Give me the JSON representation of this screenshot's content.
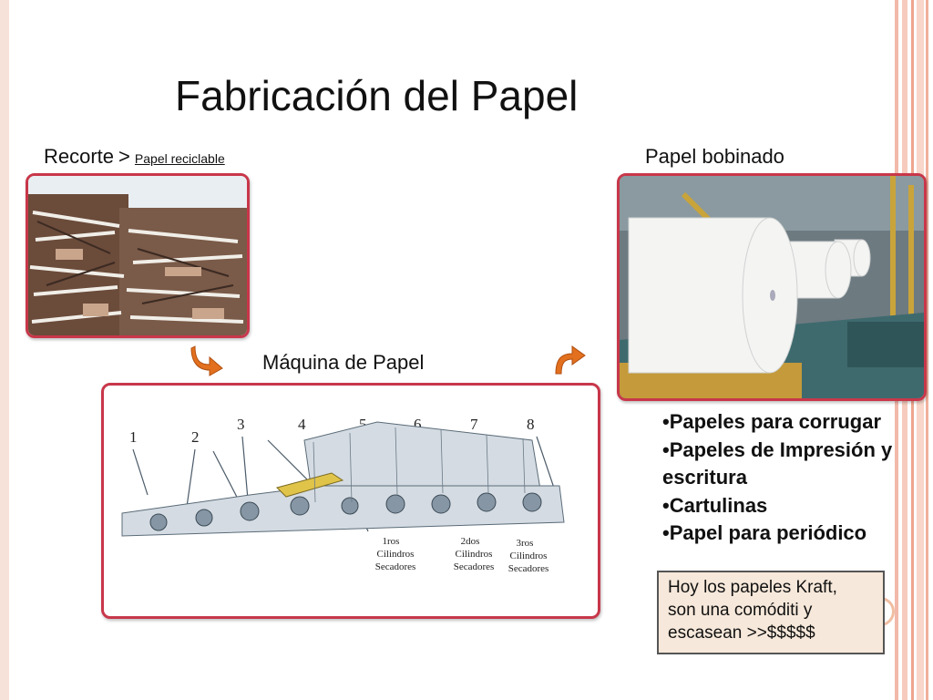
{
  "title": "Fabricación del Papel",
  "recorte": {
    "label": "Recorte",
    "separator": ">",
    "link": "Papel reciclable"
  },
  "bobinado": {
    "label": "Papel bobinado"
  },
  "maquina": {
    "label": "Máquina de Papel",
    "stage_numbers": [
      "1",
      "2",
      "3",
      "4",
      "5",
      "6",
      "7",
      "8"
    ],
    "dryers": [
      {
        "ordinal": "1ros",
        "line1": "Cilindros",
        "line2": "Secadores"
      },
      {
        "ordinal": "2dos",
        "line1": "Cilindros",
        "line2": "Secadores"
      },
      {
        "ordinal": "3ros",
        "line1": "Cilindros",
        "line2": "Secadores"
      }
    ]
  },
  "bullets": [
    "•Papeles para corrugar",
    "•Papeles de Impresión y escritura",
    "•Cartulinas",
    "•Papel para periódico"
  ],
  "note": {
    "line1": "Hoy los papeles Kraft,",
    "line2": "son una comóditi y",
    "line3": "escasean >>$$$$$"
  },
  "colors": {
    "accent": "#c8374a",
    "arrow": "#e2701e",
    "note_bg": "#f6e8da"
  }
}
